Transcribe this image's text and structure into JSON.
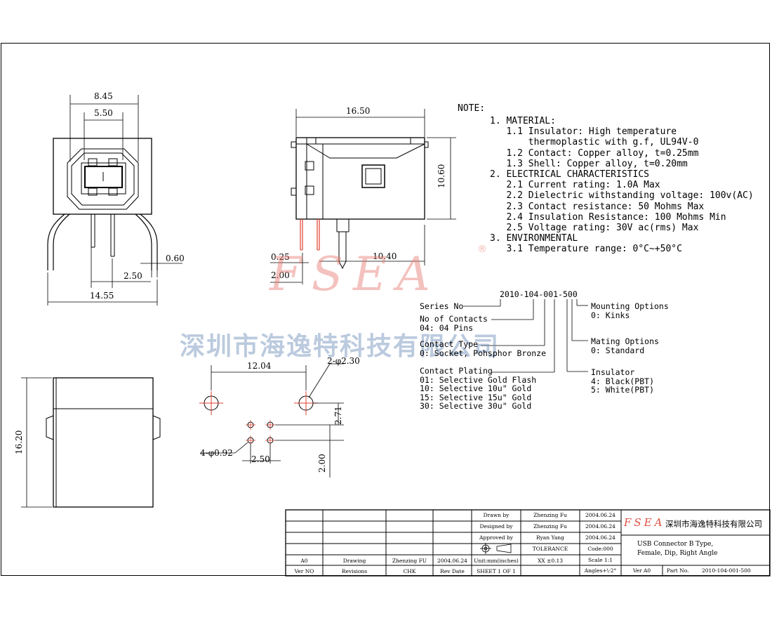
{
  "dims": {
    "top_width_outer": "8.45",
    "top_width_inner": "5.50",
    "shell_thickness": "0.60",
    "pin_pitch_front": "2.50",
    "front_total_width": "14.55",
    "side_length": "16.50",
    "side_height": "10.60",
    "contact_thickness": "0.25",
    "pin_length": "2.00",
    "board_offset": "10.40",
    "hole_spacing": "12.04",
    "mount_holes": "2-φ2.30",
    "pin_row_offset": "2.71",
    "pin_holes": "4-φ0.92",
    "pin_pitch_pcb": "2.50",
    "pin_row_pitch": "2.00",
    "bottom_height": "16.20"
  },
  "notes": {
    "title": "NOTE:",
    "lines": [
      "1. MATERIAL:",
      "   1.1 Insulator: High temperature",
      "       thermoplastic with g.f, UL94V-0",
      "   1.2 Contact: Copper alloy, t=0.25mm",
      "   1.3 Shell: Copper alloy, t=0.20mm",
      "2. ELECTRICAL CHARACTERISTICS",
      "   2.1 Current rating: 1.0A Max",
      "   2.2 Dielectric withstanding voltage: 100v(AC)",
      "   2.3 Contact resistance: 50 Mohms Max",
      "   2.4 Insulation Resistance: 100 Mohms Min",
      "   2.5 Voltage rating: 30V ac(rms) Max",
      "3. ENVIRONMENTAL",
      "   3.1 Temperature range: 0°C~+50°C"
    ]
  },
  "part_code": {
    "code": "2010-104-001-500",
    "series": "Series No",
    "contacts": [
      "No of Contacts",
      "04: 04 Pins"
    ],
    "contact_type": [
      "Contact Type",
      "0: Socket, Pohsphor Bronze"
    ],
    "plating": [
      "Contact Plating",
      "01: Selective Gold Flash",
      "10: Selective 10u\" Gold",
      "15: Selective 15u\" Gold",
      "30: Selective 30u\" Gold"
    ],
    "mounting": [
      "Mounting Options",
      "0: Kinks"
    ],
    "mating": [
      "Mating Options",
      "0: Standard"
    ],
    "insulator": [
      "Insulator",
      "4: Black(PBT)",
      "5: White(PBT)"
    ]
  },
  "watermark": {
    "brand": "FSEA",
    "registered": "®",
    "company": "深圳市海逸特科技有限公司"
  },
  "title_block": {
    "drawn_label": "Drawn  by",
    "drawn_name": "Zhenzing Fu",
    "drawn_date": "2004.06.24",
    "designed_label": "Designed by",
    "designed_name": "Zhenzing Fu",
    "designed_date": "2004.06.24",
    "approved_label": "Approved by",
    "approved_name": "Ryan Yang",
    "approved_date": "2004.06.24",
    "tolerance_label": "TOLERANCE",
    "tolerance_value": "XX  ±0.13",
    "units": "Unit:mm(inches)",
    "sheet": "SHEET 1 OF 1",
    "code": "Code:000",
    "scale": "Scale 1:1",
    "angles": "Angles+\\-2°",
    "rev_a0": "A0",
    "rev_drawing": "Drawing",
    "rev_by": "Zhenzing FU",
    "rev_date": "2004.06.24",
    "ver_no": "Ver NO",
    "revisions": "Revisions",
    "chk": "CHK",
    "rev_date_label": "Rev Date",
    "logo": "FSEA",
    "company": "深圳市海逸特科技有限公司",
    "title_line1": "USB Connector B Type,",
    "title_line2": "Female, Dip, Right Angle",
    "ver_label": "Ver A0",
    "part_label": "Part No.",
    "part_no": "2010-104-001-500"
  }
}
